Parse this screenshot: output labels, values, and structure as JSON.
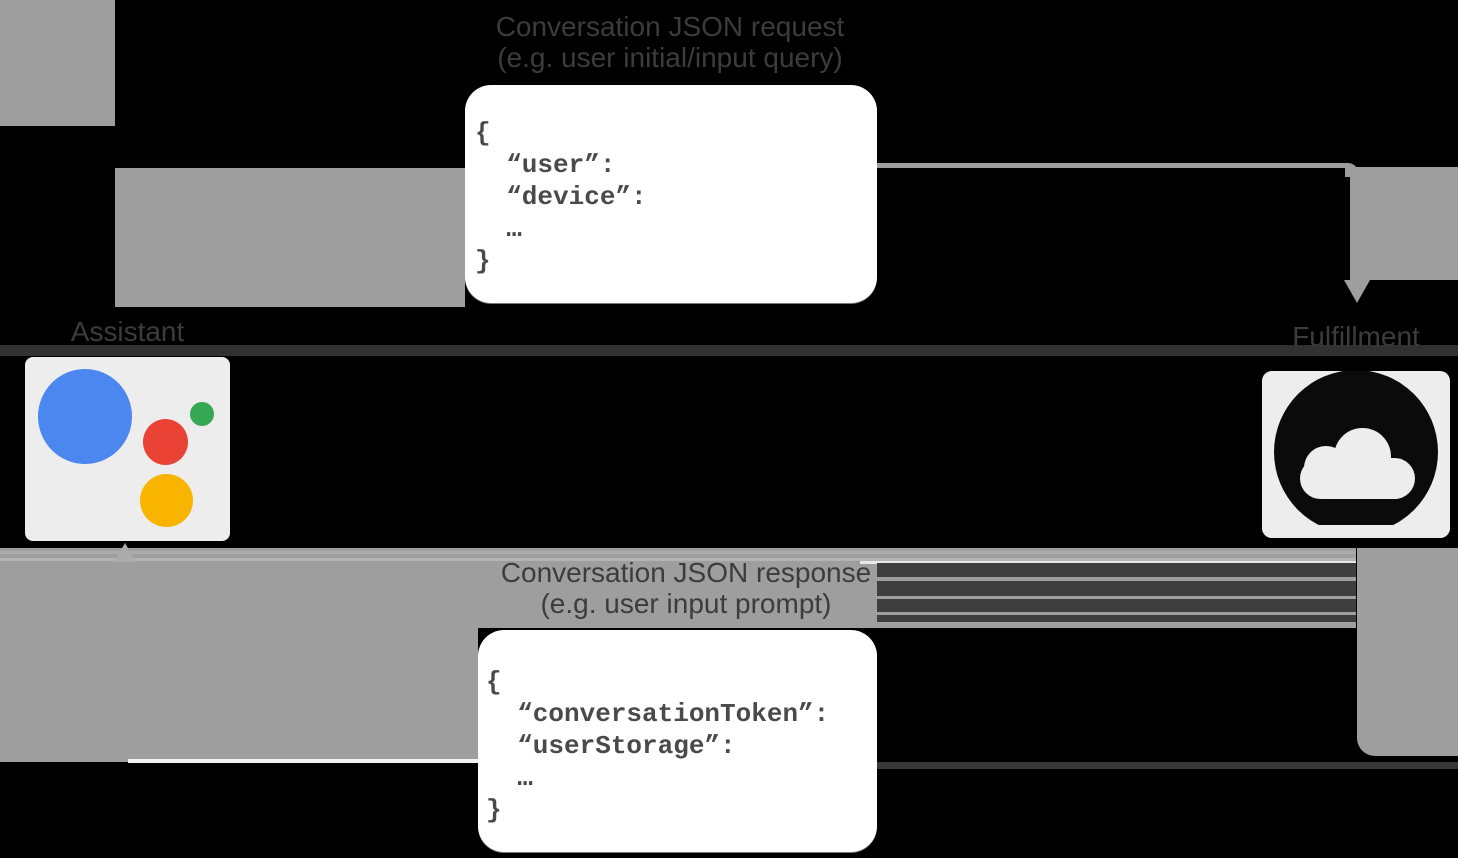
{
  "labels": {
    "request_title_line1": "Conversation JSON request",
    "request_title_line2": "(e.g. user initial/input query)",
    "response_title_line1": "Conversation JSON response",
    "response_title_line2": "(e.g. user input prompt)",
    "assistant": "Assistant",
    "fulfillment": "Fulfillment"
  },
  "request_box": {
    "code_lines": [
      "{",
      "  “user”:",
      "  “device”:",
      "  …",
      "}"
    ]
  },
  "response_box": {
    "code_lines": [
      "{",
      "  “conversationToken”:",
      "  “userStorage”:",
      "  …",
      "}"
    ]
  },
  "icons": {
    "assistant_logo": "google-assistant-logo",
    "fulfillment_cloud": "cloud-in-circle",
    "request_arrow": "arrowhead-down",
    "response_arrow": "arrowhead-up"
  },
  "colors": {
    "background": "#000000",
    "arrow_gray": "#9e9e9e",
    "smear_dark": "#3e3e3e",
    "label_text": "#3c3c3c",
    "code_text": "#4a4a4a",
    "box_white": "#ffffff",
    "card_gray": "#ededed",
    "assistant_blue": "#4c86ef",
    "assistant_red": "#ea4335",
    "assistant_yellow": "#f9b400",
    "assistant_green": "#34a853",
    "cloud_black": "#0b0b0b"
  }
}
